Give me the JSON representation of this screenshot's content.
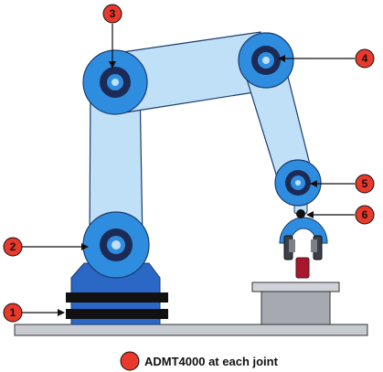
{
  "diagram": {
    "callouts": [
      {
        "number": "1",
        "target": "base"
      },
      {
        "number": "2",
        "target": "shoulder-joint"
      },
      {
        "number": "3",
        "target": "elbow-joint"
      },
      {
        "number": "4",
        "target": "upper-wrist-joint"
      },
      {
        "number": "5",
        "target": "wrist-joint"
      },
      {
        "number": "6",
        "target": "gripper-pivot"
      }
    ],
    "legend": {
      "label": "ADMT4000 at each joint",
      "marker_color": "#e8392b"
    },
    "colors": {
      "link_fill": "#bfe0f7",
      "link_stroke": "#1b3c6e",
      "joint_outer": "#2f8de0",
      "joint_ring": "#1b2b55",
      "base_block": "#2b67c4",
      "floor": "#c7cad1",
      "platform_block": "#a7a9b1",
      "callout_fill": "#e8392b"
    }
  }
}
